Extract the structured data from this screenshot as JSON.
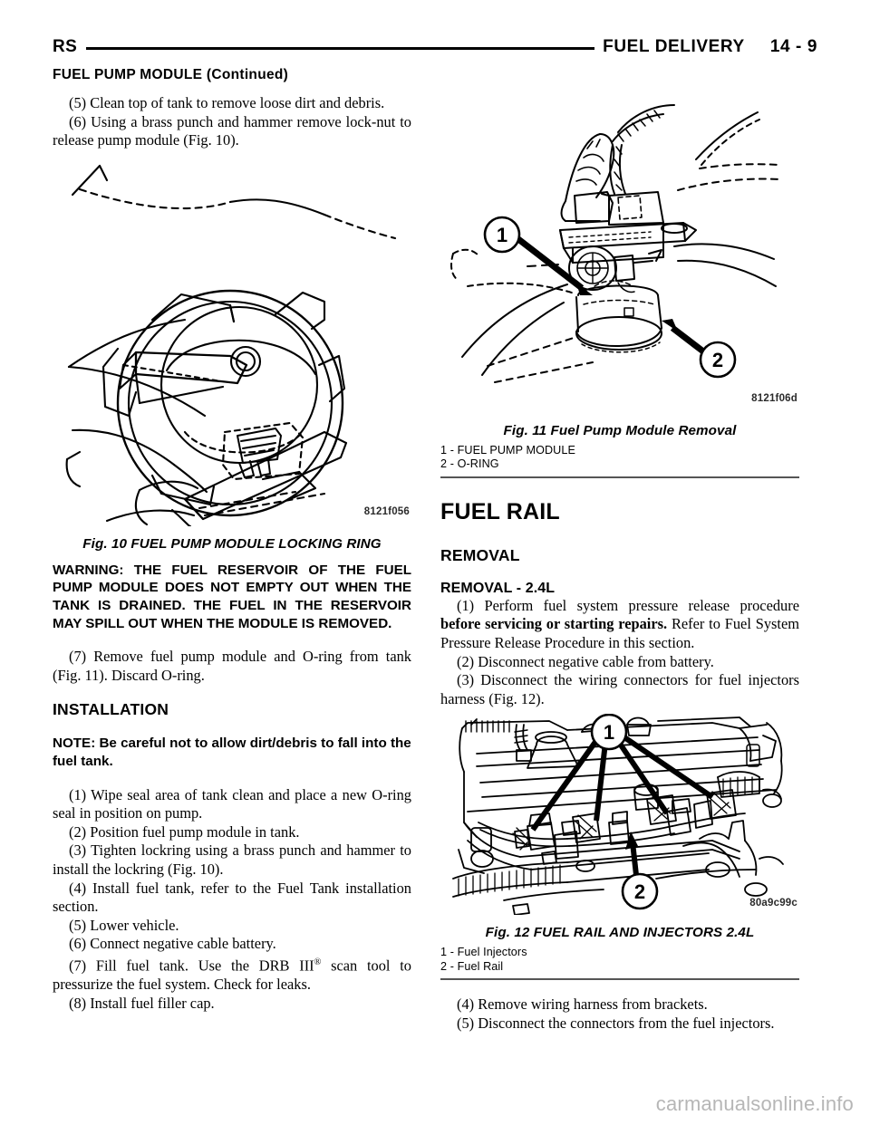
{
  "header": {
    "left_code": "RS",
    "section": "FUEL DELIVERY",
    "page_number": "14 - 9",
    "continued_heading": "FUEL PUMP MODULE (Continued)"
  },
  "left_column": {
    "step5": "(5) Clean top of tank to remove loose dirt and debris.",
    "step6": "(6) Using a brass punch and hammer remove lock-nut to release pump module (Fig. 10).",
    "figure10": {
      "code": "8121f056",
      "caption": "Fig. 10 FUEL PUMP MODULE LOCKING RING"
    },
    "warning": "WARNING: THE FUEL RESERVOIR OF THE FUEL PUMP MODULE DOES NOT EMPTY OUT WHEN THE TANK IS DRAINED. THE FUEL IN THE RESERVOIR MAY SPILL OUT WHEN THE MODULE IS REMOVED.",
    "step7": "(7) Remove fuel pump module and O-ring from tank (Fig. 11). Discard O-ring.",
    "installation_heading": "INSTALLATION",
    "note": "NOTE: Be careful not to allow dirt/debris to fall into the fuel tank.",
    "install_steps": [
      "(1) Wipe seal area of tank clean and place a new O-ring seal in position on pump.",
      "(2) Position fuel pump module in tank.",
      "(3) Tighten lockring using a brass punch and hammer to install the lockring (Fig. 10).",
      "(4) Install fuel tank, refer to the Fuel Tank installation section.",
      "(5) Lower vehicle.",
      "(6) Connect negative cable battery.",
      "(8) Install fuel filler cap."
    ],
    "install_step7_a": "(7) Fill fuel tank. Use the DRB III",
    "install_step7_reg": "®",
    "install_step7_b": " scan tool to pressurize the fuel system. Check for leaks."
  },
  "right_column": {
    "figure11": {
      "code": "8121f06d",
      "caption": "Fig. 11 Fuel Pump Module Removal",
      "legend": [
        "1 - FUEL PUMP MODULE",
        "2 - O-RING"
      ],
      "callouts": [
        "1",
        "2"
      ]
    },
    "fuel_rail_heading": "FUEL RAIL",
    "removal_heading": "REMOVAL",
    "removal_24l_heading": "REMOVAL - 2.4L",
    "step1_a": "(1) Perform fuel system pressure release procedure ",
    "step1_bold": "before servicing or starting repairs.",
    "step1_b": " Refer to Fuel System Pressure Release Procedure in this section.",
    "step2": "(2) Disconnect negative cable from battery.",
    "step3": "(3) Disconnect the wiring connectors for fuel injectors harness (Fig. 12).",
    "figure12": {
      "code": "80a9c99c",
      "caption": "Fig. 12 FUEL RAIL AND INJECTORS 2.4L",
      "legend": [
        "1 - Fuel Injectors",
        "2 - Fuel Rail"
      ],
      "callouts": [
        "1",
        "2"
      ]
    },
    "step4": "(4) Remove wiring harness from brackets.",
    "step5": "(5) Disconnect the connectors from the fuel injectors."
  },
  "watermark": "carmanualsonline.info"
}
